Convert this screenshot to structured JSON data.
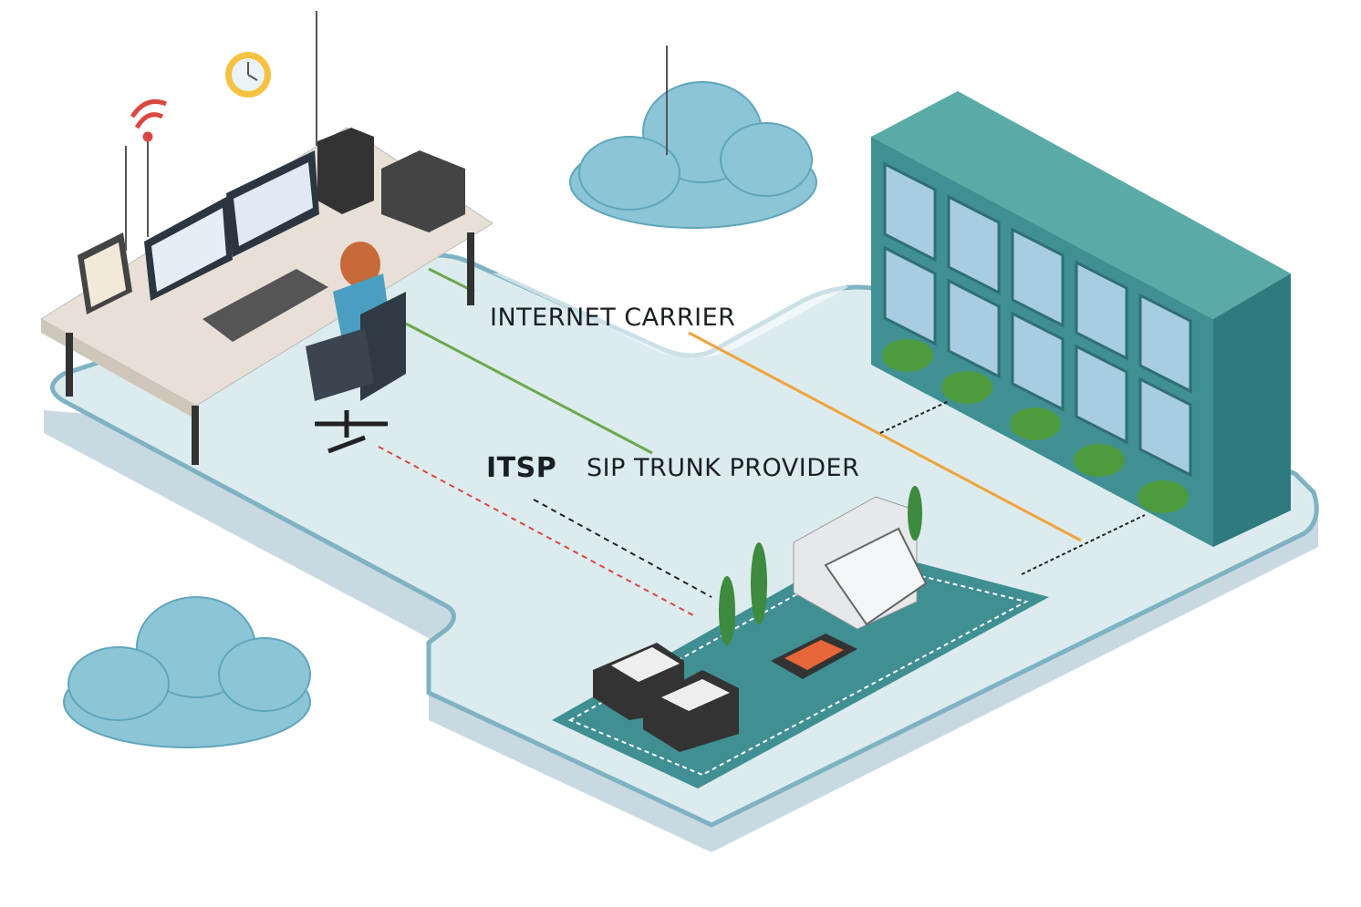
{
  "diagram": {
    "labels": {
      "internet_carrier": "INTERNET CARRIER",
      "itsp": "ITSP",
      "sip_trunk_provider": "SIP TRUNK PROVIDER"
    },
    "colors": {
      "platform": "#dcecee",
      "platform_edge": "#7fb2c2",
      "building": "#3f8f93",
      "cloud": "#8cc5d6",
      "carrier_line": "#f0a33c",
      "green_line": "#6aa84f",
      "red_dashed": "#d9473f"
    }
  }
}
